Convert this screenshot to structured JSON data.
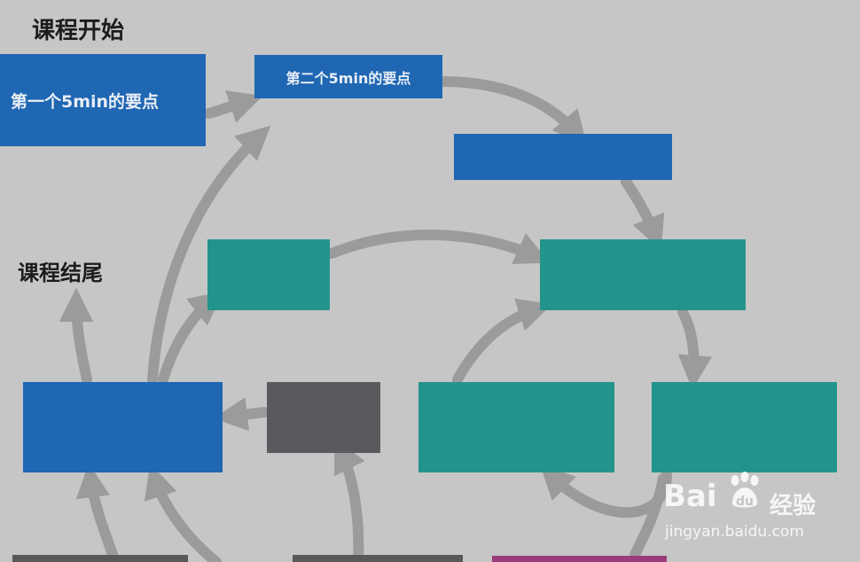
{
  "headings": {
    "course_start": "课程开始",
    "course_end": "课程结尾"
  },
  "boxes": {
    "first_5min": "第一个5min的要点",
    "second_5min": "第二个5min的要点"
  },
  "watermark": {
    "brand": "Bai",
    "brand_suffix": "经验",
    "url": "jingyan.baidu.com"
  },
  "colors": {
    "background": "#c6c6c6",
    "blue": "#1f66b3",
    "teal": "#22948c",
    "dark_gray": "#5a5a5e",
    "magenta": "#9a3c7a",
    "arrow": "#9b9b9b"
  }
}
